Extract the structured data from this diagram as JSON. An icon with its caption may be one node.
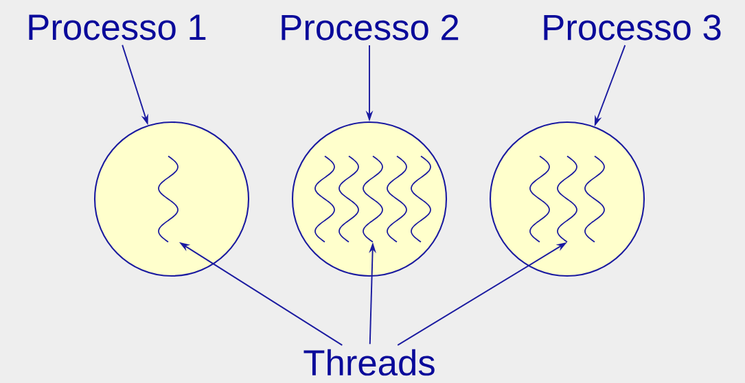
{
  "diagram": {
    "nodes": [
      {
        "text": [
          "Processo 1"
        ]
      },
      {
        "text": [
          "Processo 2"
        ]
      },
      {
        "text": [
          "Processo 3"
        ]
      },
      {
        "text": [],
        "shape": "circle"
      },
      {
        "text": [],
        "shape": "wave",
        "in": 3
      },
      {
        "text": [],
        "shape": "circle"
      },
      {
        "text": [],
        "shape": "wave",
        "in": 5
      },
      {
        "text": [],
        "shape": "wave",
        "in": 5
      },
      {
        "text": [],
        "shape": "wave",
        "in": 5
      },
      {
        "text": [],
        "shape": "wave",
        "in": 5
      },
      {
        "text": [],
        "shape": "wave",
        "in": 5
      },
      {
        "text": [],
        "shape": "circle"
      },
      {
        "text": [],
        "shape": "wave",
        "in": 11
      },
      {
        "text": [],
        "shape": "wave",
        "in": 11
      },
      {
        "text": [],
        "shape": "wave",
        "in": 11
      },
      {
        "text": [
          "Threads"
        ]
      }
    ],
    "edges": [
      {
        "from": 0,
        "to": 3,
        "arrow": "to"
      },
      {
        "from": 1,
        "to": 5,
        "arrow": "to"
      },
      {
        "from": 2,
        "to": 11,
        "arrow": "to"
      },
      {
        "from": 15,
        "to": 4,
        "arrow": "to"
      },
      {
        "from": 15,
        "to": 8,
        "arrow": "to"
      },
      {
        "from": 15,
        "to": 13,
        "arrow": "to"
      }
    ]
  }
}
